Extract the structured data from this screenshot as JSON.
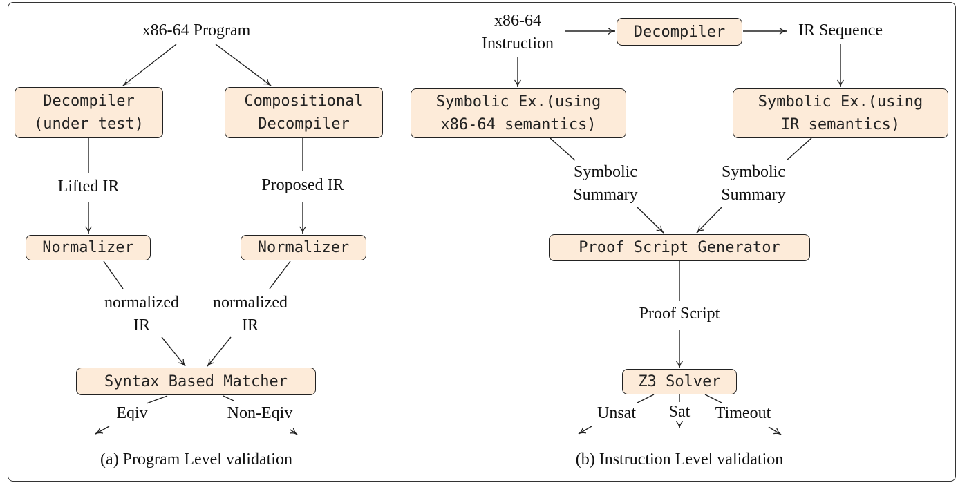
{
  "left": {
    "input": "x86-64 Program",
    "decompiler_under_test": [
      "Decompiler",
      "(under test)"
    ],
    "compositional_decompiler": [
      "Compositional",
      "Decompiler"
    ],
    "lifted_ir": "Lifted IR",
    "proposed_ir": "Proposed IR",
    "normalizer_1": "Normalizer",
    "normalizer_2": "Normalizer",
    "normalized_ir_1": [
      "normalized",
      "IR"
    ],
    "normalized_ir_2": [
      "normalized",
      "IR"
    ],
    "matcher": "Syntax Based Matcher",
    "eqiv": "Eqiv",
    "non_eqiv": "Non-Eqiv",
    "caption": "(a) Program Level validation"
  },
  "right": {
    "input": [
      "x86-64",
      "Instruction"
    ],
    "decompiler": "Decompiler",
    "ir_sequence": "IR Sequence",
    "symex_x86": [
      "Symbolic Ex.(using",
      "x86-64 semantics)"
    ],
    "symex_ir": [
      "Symbolic Ex.(using",
      "IR semantics)"
    ],
    "summary_1": [
      "Symbolic",
      "Summary"
    ],
    "summary_2": [
      "Symbolic",
      "Summary"
    ],
    "proof_generator": "Proof Script Generator",
    "proof_script": "Proof Script",
    "solver": "Z3 Solver",
    "unsat": "Unsat",
    "sat": "Sat",
    "timeout": "Timeout",
    "caption": "(b) Instruction Level validation"
  },
  "colors": {
    "box_fill": "#fdebd9",
    "stroke": "#222222"
  }
}
